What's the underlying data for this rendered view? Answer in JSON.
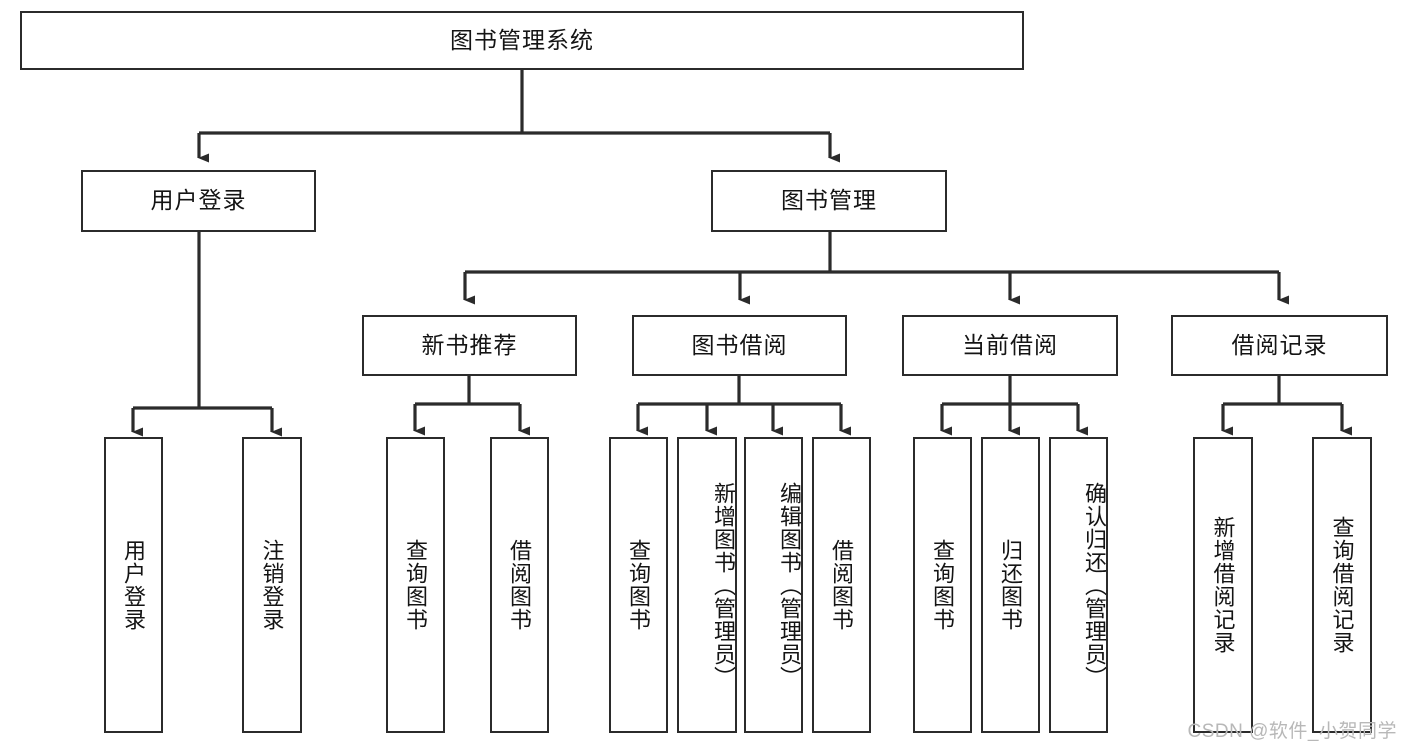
{
  "diagram": {
    "title_box": {
      "label": "图书管理系统"
    },
    "level2": [
      {
        "id": "user-login",
        "label": "用户登录"
      },
      {
        "id": "book-manage",
        "label": "图书管理"
      }
    ],
    "level3": [
      {
        "id": "new-book-recommend",
        "label": "新书推荐"
      },
      {
        "id": "book-borrow",
        "label": "图书借阅"
      },
      {
        "id": "current-borrow",
        "label": "当前借阅"
      },
      {
        "id": "borrow-record",
        "label": "借阅记录"
      }
    ],
    "leaves": [
      {
        "id": "leaf-user-login",
        "label": "用户登录"
      },
      {
        "id": "leaf-logout-login",
        "label": "注销登录"
      },
      {
        "id": "leaf-query-book-1",
        "label": "查询图书"
      },
      {
        "id": "leaf-borrow-book-1",
        "label": "借阅图书"
      },
      {
        "id": "leaf-query-book-2",
        "label": "查询图书"
      },
      {
        "id": "leaf-add-book",
        "label": "新增图书（管理员）"
      },
      {
        "id": "leaf-edit-book",
        "label": "编辑图书（管理员）"
      },
      {
        "id": "leaf-borrow-book-2",
        "label": "借阅图书"
      },
      {
        "id": "leaf-query-book-3",
        "label": "查询图书"
      },
      {
        "id": "leaf-return-book",
        "label": "归还图书"
      },
      {
        "id": "leaf-confirm-return",
        "label": "确认归还（管理员）"
      },
      {
        "id": "leaf-add-borrow-record",
        "label": "新增借阅记录"
      },
      {
        "id": "leaf-query-borrow-record",
        "label": "查询借阅记录"
      }
    ],
    "watermark": "CSDN @软件_小贺同学",
    "colors": {
      "stroke": "#2b2b2b",
      "background": "#ffffff",
      "text": "#141414",
      "watermark": "#b8b8b8"
    }
  }
}
